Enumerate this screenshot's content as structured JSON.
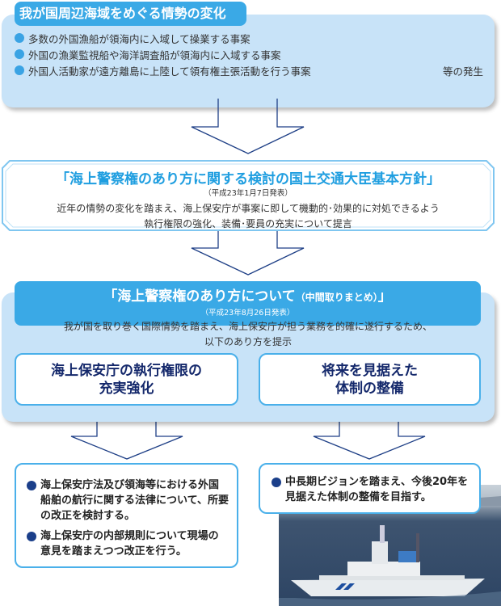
{
  "section1": {
    "title": "我が国周辺海域をめぐる情勢の変化",
    "items": [
      "多数の外国漁船が領海内に入域して操業する事案",
      "外国の漁業監視船や海洋調査船が領海内に入域する事案",
      "外国人活動家が遠方離島に上陸して領有権主張活動を行う事案"
    ],
    "suffix": "等の発生"
  },
  "section2": {
    "title": "「海上警察権のあり方に関する検討の国土交通大臣基本方針」",
    "date": "（平成23年1月7日発表）",
    "body_line1": "近年の情勢の変化を踏まえ、海上保安庁が事案に即して機動的･効果的に対処できるよう",
    "body_line2": "執行権限の強化、装備･要員の充実について提言"
  },
  "section3": {
    "title_main": "「海上警察権のあり方について",
    "title_sub": "（中間取りまとめ）",
    "title_end": "」",
    "date": "（平成23年8月26日発表）",
    "body_line1": "我が国を取り巻く国際情勢を踏まえ、海上保安庁が担う業務を的確に遂行するため、",
    "body_line2": "以下のあり方を提示",
    "left_box": {
      "line1": "海上保安庁の執行権限の",
      "line2": "充実強化"
    },
    "right_box": {
      "line1": "将来を見据えた",
      "line2": "体制の整備"
    }
  },
  "outcomes": {
    "left": [
      "海上保安庁法及び領海等における外国船舶の航行に関する法律について、所要の改正を検討する。",
      "海上保安庁の内部規則について現場の意見を踏まえつつ改正を行う。"
    ],
    "right": [
      "中長期ビジョンを踏まえ、今後20年を見据えた体制の整備を目指す。"
    ]
  },
  "colors": {
    "tab": "#3aa9e6",
    "panel": "#c8e3f8",
    "title_cyan": "#1f9ee0",
    "navy": "#14286b"
  }
}
